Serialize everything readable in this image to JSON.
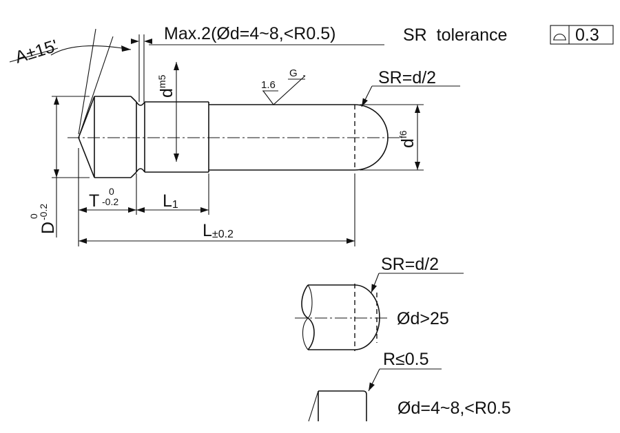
{
  "header": {
    "max_note": "Max.2(Ød=4~8,<R0.5)",
    "sr_tolerance_label": "SR  tolerance",
    "tolerance_value": "0.3"
  },
  "angle_label": "A±15'",
  "surface_finish": {
    "roughness": "1.6",
    "grade": "G"
  },
  "main_view": {
    "sr_label": "SR=d/2",
    "d_shank_base": "d",
    "d_shank_sup": "m5",
    "d_tip_base": "d",
    "d_tip_sup": "f6",
    "D_base": "D",
    "D_tol_upper": "0",
    "D_tol_lower": "-0.2",
    "T_base": "T",
    "T_tol_upper": "0",
    "T_tol_lower": "-0.2",
    "L1_base": "L",
    "L1_sub": "1",
    "L_base": "L",
    "L_tol": "±0.2"
  },
  "detail_large": {
    "sr_label": "SR=d/2",
    "condition": "Ød>25"
  },
  "detail_small": {
    "r_label": "R≤0.5",
    "condition": "Ød=4~8,<R0.5"
  }
}
